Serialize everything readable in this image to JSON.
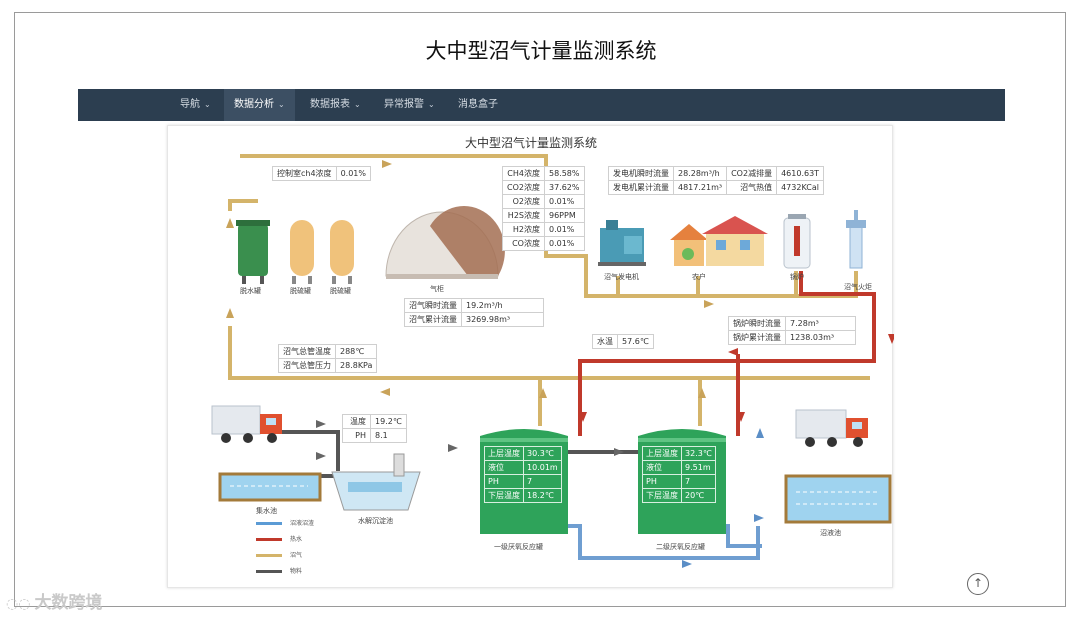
{
  "slide_title": "大中型沼气计量监测系统",
  "nav": [
    {
      "label": "导航",
      "caret": "⌄",
      "active": false
    },
    {
      "label": "数据分析",
      "caret": "⌄",
      "active": true
    },
    {
      "label": "数据报表",
      "caret": "⌄",
      "active": false
    },
    {
      "label": "异常报警",
      "caret": "⌄",
      "active": false
    },
    {
      "label": "消息盒子",
      "caret": "",
      "active": false
    }
  ],
  "panel_title": "大中型沼气计量监测系统",
  "control_room": {
    "label": "控制室ch4浓度",
    "value": "0.01%"
  },
  "gas_composition": [
    {
      "label": "CH4浓度",
      "value": "58.58%"
    },
    {
      "label": "CO2浓度",
      "value": "37.62%"
    },
    {
      "label": "O2浓度",
      "value": "0.01%"
    },
    {
      "label": "H2S浓度",
      "value": "96PPM"
    },
    {
      "label": "H2浓度",
      "value": "0.01%"
    },
    {
      "label": "CO浓度",
      "value": "0.01%"
    }
  ],
  "generator": {
    "rows": [
      {
        "k1": "发电机瞬时流量",
        "v1": "28.28m³/h",
        "k2": "CO2减排量",
        "v2": "4610.63T"
      },
      {
        "k1": "发电机累计流量",
        "v1": "4817.21m³",
        "k2": "沼气热值",
        "v2": "4732KCal"
      }
    ]
  },
  "biogas_flow": [
    {
      "label": "沼气瞬时流量",
      "value": "19.2m³/h"
    },
    {
      "label": "沼气累计流量",
      "value": "3269.98m³"
    }
  ],
  "pipe": [
    {
      "label": "沼气总管温度",
      "value": "288℃"
    },
    {
      "label": "沼气总管压力",
      "value": "28.8KPa"
    }
  ],
  "water_temp": {
    "label": "水温",
    "value": "57.6℃"
  },
  "boiler_flow": [
    {
      "label": "锅炉瞬时流量",
      "value": "7.28m³"
    },
    {
      "label": "锅炉累计流量",
      "value": "1238.03m³"
    }
  ],
  "inlet": [
    {
      "label": "温度",
      "value": "19.2℃"
    },
    {
      "label": "PH",
      "value": "8.1"
    }
  ],
  "reactor1": [
    {
      "label": "上层温度",
      "value": "30.3℃"
    },
    {
      "label": "液位",
      "value": "10.01m"
    },
    {
      "label": "PH",
      "value": "7"
    },
    {
      "label": "下层温度",
      "value": "18.2℃"
    }
  ],
  "reactor2": [
    {
      "label": "上层温度",
      "value": "32.3℃"
    },
    {
      "label": "液位",
      "value": "9.51m"
    },
    {
      "label": "PH",
      "value": "7"
    },
    {
      "label": "下层温度",
      "value": "20℃"
    }
  ],
  "labels": {
    "dewater": "脱水罐",
    "desulf1": "脱硫罐",
    "desulf2": "脱硫罐",
    "gasholder": "气柜",
    "generator": "沼气发电机",
    "household": "农户",
    "boiler": "锅炉",
    "torch": "沼气火炬",
    "collect_pool": "集水池",
    "hydrolysis": "水解沉淀池",
    "reactor1": "一级厌氧反应罐",
    "reactor2": "二级厌氧反应罐",
    "digestate_pool": "沼液池"
  },
  "legend": [
    {
      "label": "沼液沼渣",
      "color": "#5b9bd5"
    },
    {
      "label": "热水",
      "color": "#c0392b"
    },
    {
      "label": "沼气",
      "color": "#d4b46a"
    },
    {
      "label": "物料",
      "color": "#555555"
    }
  ],
  "colors": {
    "biogas_pipe": "#d4b46a",
    "hot_water": "#c0392b",
    "digestate": "#6f9ed1",
    "material": "#555555",
    "tank_green": "#2ea35a",
    "navbar": "#2c3e50"
  },
  "scroll_top_icon": "arrow-up-circle-icon",
  "watermark": {
    "text": "大数跨境",
    "icon": "logo-icon"
  }
}
